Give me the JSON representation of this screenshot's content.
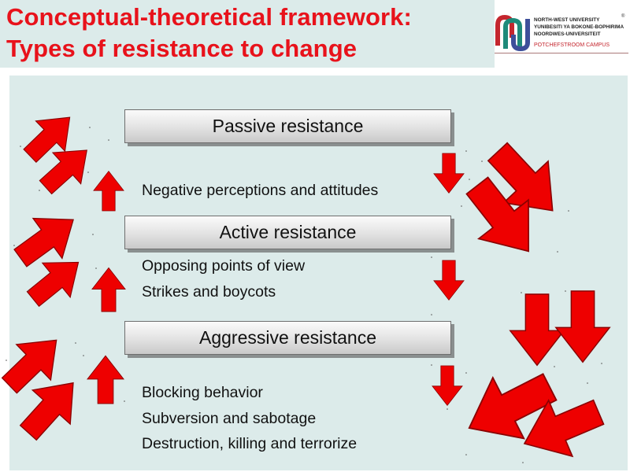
{
  "title": {
    "line1": "Conceptual-theoretical framework:",
    "line2": "Types of resistance to change"
  },
  "logo": {
    "line1": "NORTH-WEST UNIVERSITY",
    "line2": "YUNIBESITI YA BOKONE-BOPHIRIMA",
    "line3": "NOORDWES-UNIVERSITEIT",
    "campus": "POTCHEFSTROOM CAMPUS",
    "registered": "®",
    "colors": {
      "red": "#c4262e",
      "green": "#1e8a7a",
      "blue": "#3d4f9a"
    }
  },
  "diagram": {
    "stages": [
      {
        "label": "Passive resistance",
        "items": [
          "Negative perceptions and attitudes"
        ]
      },
      {
        "label": "Active resistance",
        "items": [
          "Opposing points of view",
          "Strikes and boycots"
        ]
      },
      {
        "label": "Aggressive resistance",
        "items": [
          "Blocking behavior",
          "Subversion and sabotage",
          "Destruction, killing and terrorize"
        ]
      }
    ],
    "colors": {
      "arrow": "#ee0000",
      "arrow_outline": "#8a0000",
      "panel": "#dcebea",
      "title": "#e8121b"
    }
  }
}
